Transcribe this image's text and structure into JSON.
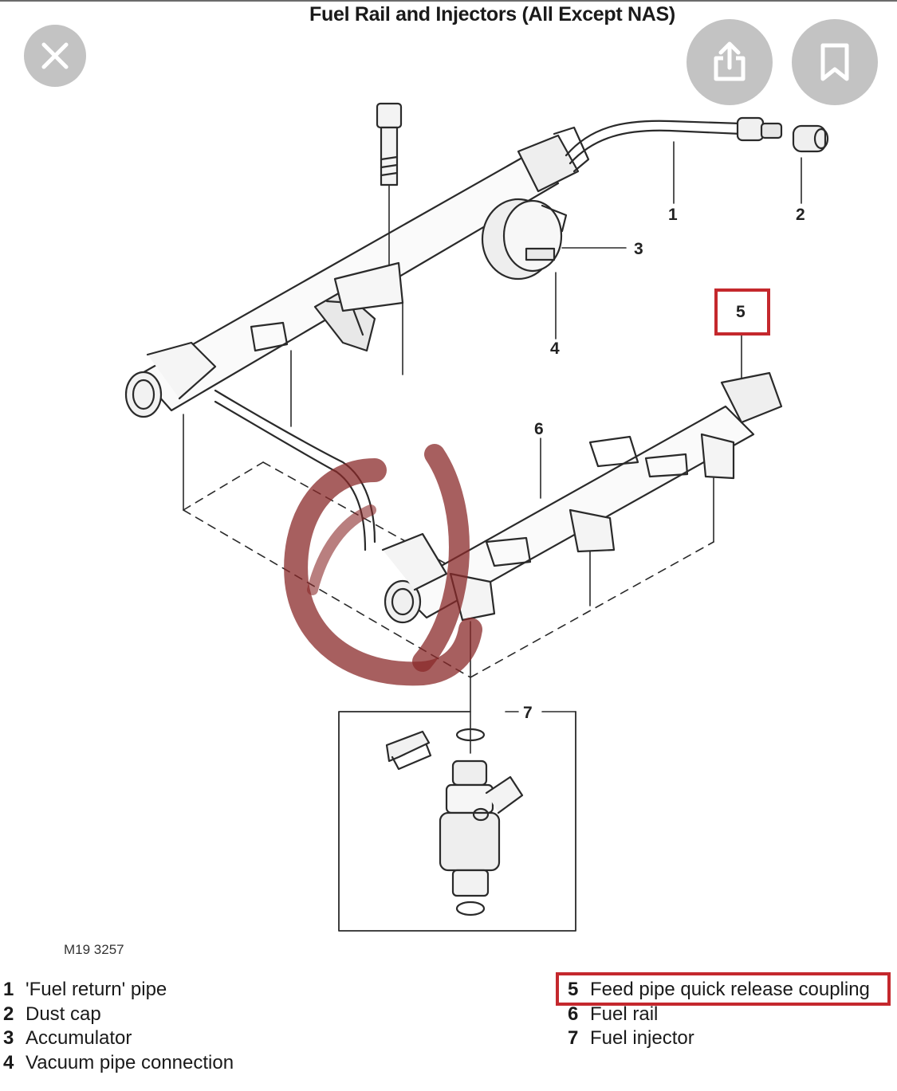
{
  "header": {
    "title": "Fuel Rail and Injectors (All Except NAS)"
  },
  "controls": {
    "close_icon": "close-x-icon",
    "share_icon": "share-upload-icon",
    "bookmark_icon": "bookmark-icon"
  },
  "diagram": {
    "callouts": [
      "1",
      "2",
      "3",
      "4",
      "5",
      "6",
      "7"
    ],
    "figure_code": "M19 3257",
    "highlight_color": "#c4282d",
    "scribble_color": "#8a2a2a"
  },
  "legend": {
    "left": [
      {
        "num": "1",
        "label": "'Fuel return' pipe"
      },
      {
        "num": "2",
        "label": "Dust cap"
      },
      {
        "num": "3",
        "label": "Accumulator"
      },
      {
        "num": "4",
        "label": "Vacuum pipe connection"
      }
    ],
    "right": [
      {
        "num": "5",
        "label": "Feed pipe quick release coupling"
      },
      {
        "num": "6",
        "label": "Fuel rail"
      },
      {
        "num": "7",
        "label": "Fuel injector"
      }
    ]
  }
}
